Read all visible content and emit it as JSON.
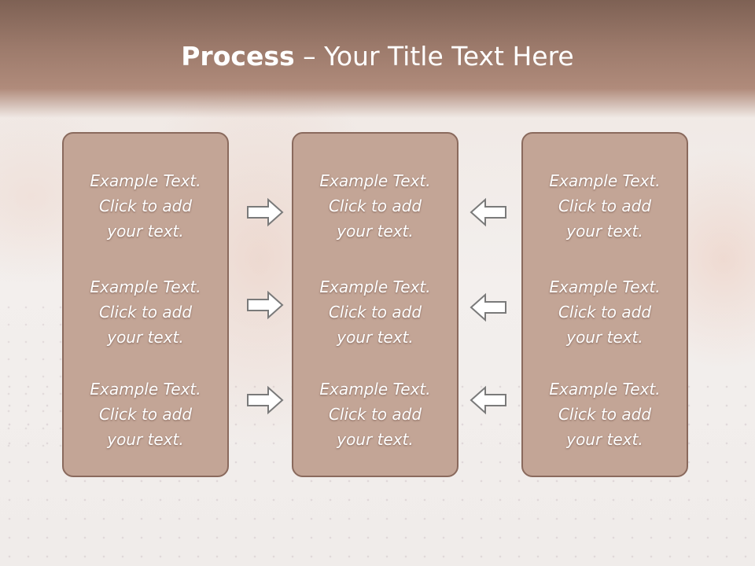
{
  "title": {
    "bold": "Process",
    "rest": " – Your Title Text Here"
  },
  "panels": [
    {
      "items": [
        {
          "line1": "Example Text.",
          "line2": "Click  to add",
          "line3": "your text."
        },
        {
          "line1": "Example Text.",
          "line2": "Click  to add",
          "line3": "your text."
        },
        {
          "line1": "Example Text.",
          "line2": "Click  to add",
          "line3": "your text."
        }
      ]
    },
    {
      "items": [
        {
          "line1": "Example Text.",
          "line2": "Click  to add",
          "line3": "your text."
        },
        {
          "line1": "Example Text.",
          "line2": "Click  to add",
          "line3": "your text."
        },
        {
          "line1": "Example Text.",
          "line2": "Click  to add",
          "line3": "your text."
        }
      ]
    },
    {
      "items": [
        {
          "line1": "Example Text.",
          "line2": "Click  to add",
          "line3": "your text."
        },
        {
          "line1": "Example Text.",
          "line2": "Click  to add",
          "line3": "your text."
        },
        {
          "line1": "Example Text.",
          "line2": "Click  to add",
          "line3": "your text."
        }
      ]
    }
  ],
  "arrows": {
    "left_column": "right-arrow-icon",
    "right_column": "left-arrow-icon"
  },
  "colors": {
    "banner": "#9c7a6b",
    "panel_fill": "#c3a596",
    "panel_border": "#8a6a5d",
    "arrow_stroke": "#7a7a7a"
  }
}
